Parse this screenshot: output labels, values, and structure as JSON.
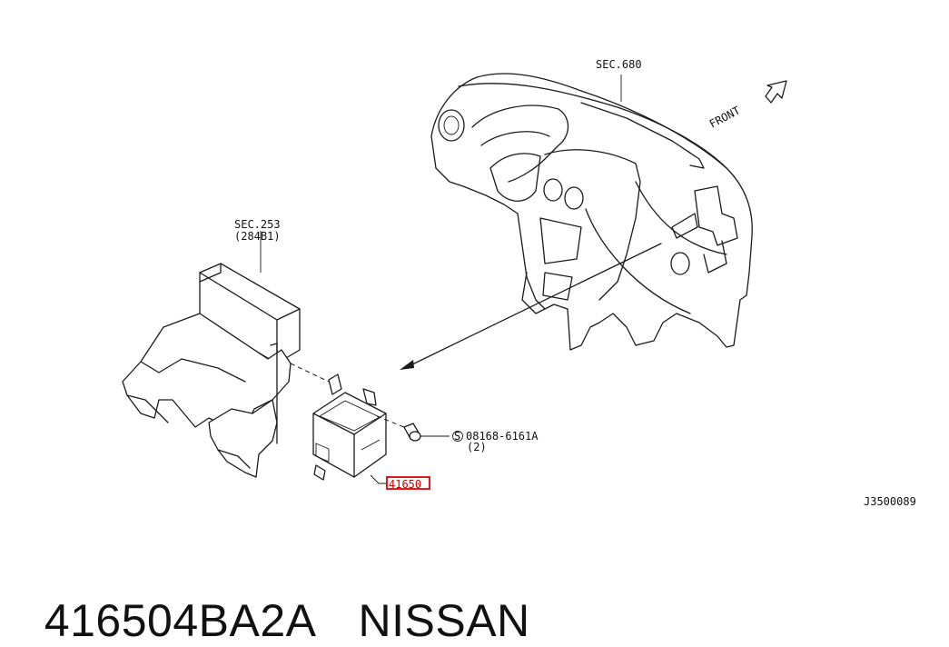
{
  "diagram": {
    "labels": {
      "sec680": "SEC.680",
      "front": "FRONT",
      "sec253": "SEC.253",
      "sec253_sub": "(284B1)",
      "screw_part": "08168-6161A",
      "screw_qty": "(2)",
      "callout": "41650",
      "figure_id": "J3500089"
    },
    "highlight_color": "#e00000"
  },
  "footer": {
    "part_number": "416504BA2A",
    "brand": "NISSAN"
  }
}
